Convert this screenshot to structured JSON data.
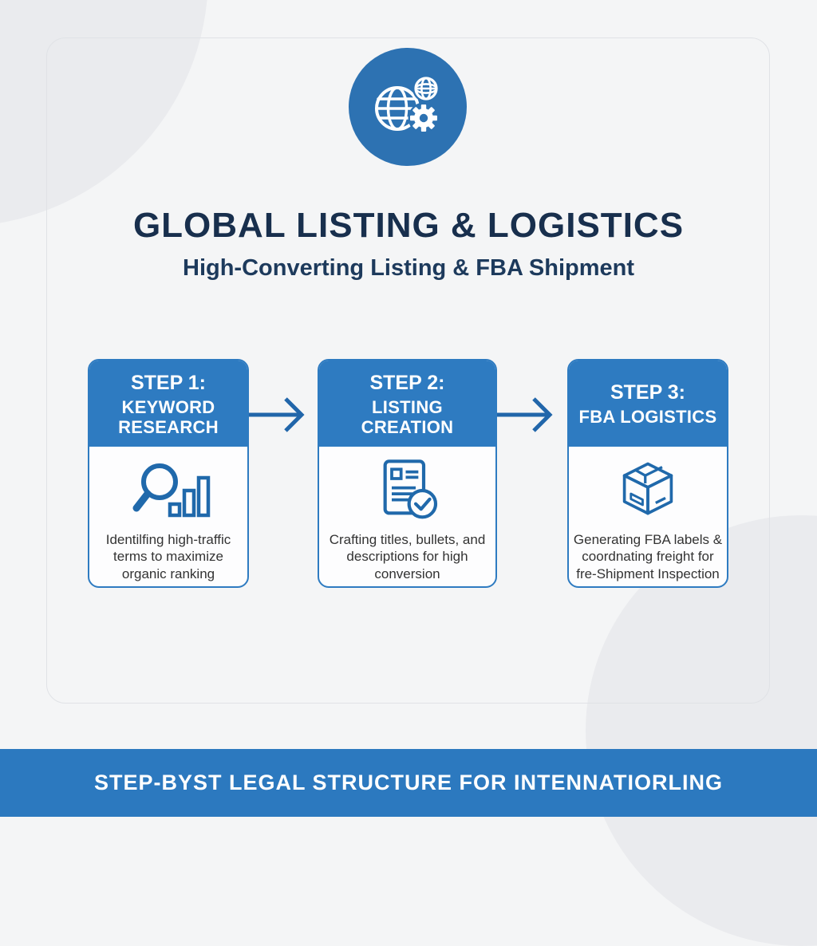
{
  "page": {
    "background_color": "#f4f5f6",
    "accent_blue": "#2e7bc1",
    "badge_blue": "#2d72b2",
    "navy_text": "#182f4d",
    "hero_icon": "globe-gear-icon"
  },
  "header": {
    "title": "GLOBAL LISTING & LOGISTICS",
    "subtitle": "High-Converting Listing & FBA Shipment"
  },
  "steps": [
    {
      "label": "STEP 1:",
      "title": "KEYWORD\nRESEARCH",
      "icon": "magnifier-bar-chart-icon",
      "description": "Identilfing high-traffic terms to maximize organic ranking"
    },
    {
      "label": "STEP 2:",
      "title": "LISTING\nCREATION",
      "icon": "document-check-icon",
      "description": "Crafting titles, bullets, and descriptions for high conversion"
    },
    {
      "label": "STEP 3:",
      "title": "FBA LOGISTICS",
      "icon": "shipping-box-icon",
      "description": "Generating FBA labels & coordnating freight for fre-Shipment Inspection"
    }
  ],
  "footer": {
    "banner": "STEP-BYST LEGAL STRUCTURE FOR INTENNATIORLING"
  }
}
